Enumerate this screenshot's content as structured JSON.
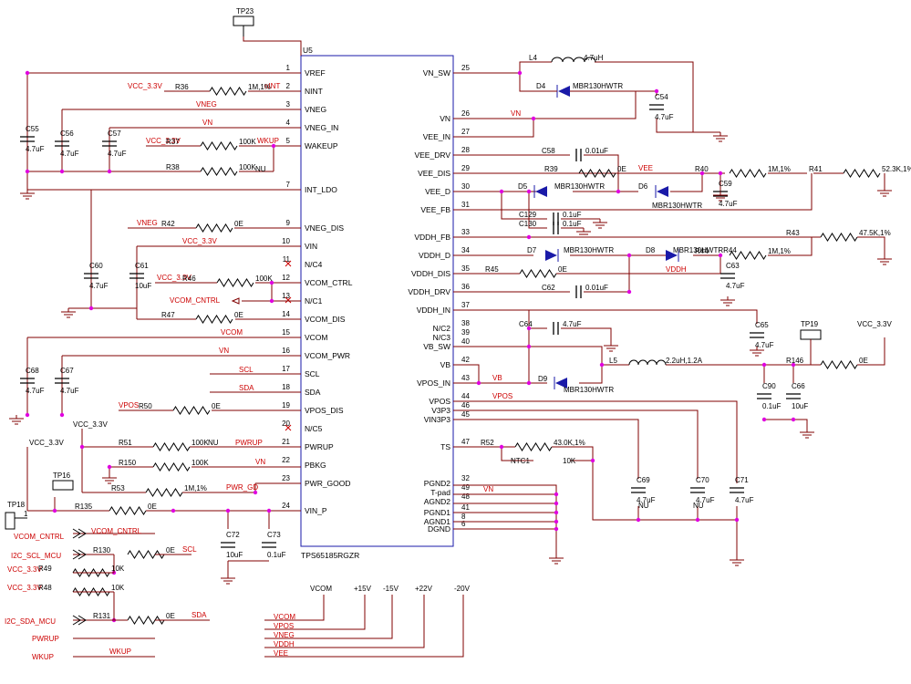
{
  "chip": {
    "ref": "U5",
    "part": "TPS65185RGZR"
  },
  "left_pins": [
    {
      "n": "1",
      "name": "VREF"
    },
    {
      "n": "2",
      "name": "NINT"
    },
    {
      "n": "3",
      "name": "VNEG"
    },
    {
      "n": "4",
      "name": "VNEG_IN"
    },
    {
      "n": "5",
      "name": "WAKEUP"
    },
    {
      "n": "7",
      "name": "INT_LDO"
    },
    {
      "n": "9",
      "name": "VNEG_DIS"
    },
    {
      "n": "10",
      "name": "VIN"
    },
    {
      "n": "11",
      "name": "N/C4"
    },
    {
      "n": "12",
      "name": "VCOM_CTRL"
    },
    {
      "n": "13",
      "name": "N/C1"
    },
    {
      "n": "14",
      "name": "VCOM_DIS"
    },
    {
      "n": "15",
      "name": "VCOM"
    },
    {
      "n": "16",
      "name": "VCOM_PWR"
    },
    {
      "n": "17",
      "name": "SCL"
    },
    {
      "n": "18",
      "name": "SDA"
    },
    {
      "n": "19",
      "name": "VPOS_DIS"
    },
    {
      "n": "20",
      "name": "N/C5"
    },
    {
      "n": "21",
      "name": "PWRUP"
    },
    {
      "n": "22",
      "name": "PBKG"
    },
    {
      "n": "23",
      "name": "PWR_GOOD"
    },
    {
      "n": "24",
      "name": "VIN_P"
    }
  ],
  "right_pins": [
    {
      "n": "25",
      "name": "VN_SW"
    },
    {
      "n": "26",
      "name": "VN"
    },
    {
      "n": "27",
      "name": "VEE_IN"
    },
    {
      "n": "28",
      "name": "VEE_DRV"
    },
    {
      "n": "29",
      "name": "VEE_DIS"
    },
    {
      "n": "30",
      "name": "VEE_D"
    },
    {
      "n": "31",
      "name": "VEE_FB"
    },
    {
      "n": "33",
      "name": "VDDH_FB"
    },
    {
      "n": "34",
      "name": "VDDH_D"
    },
    {
      "n": "35",
      "name": "VDDH_DIS"
    },
    {
      "n": "36",
      "name": "VDDH_DRV"
    },
    {
      "n": "37",
      "name": "VDDH_IN"
    },
    {
      "n": "38",
      "name": "N/C2"
    },
    {
      "n": "39",
      "name": "N/C3"
    },
    {
      "n": "40",
      "name": "VB_SW"
    },
    {
      "n": "42",
      "name": "VB"
    },
    {
      "n": "43",
      "name": "VPOS_IN"
    },
    {
      "n": "44",
      "name": "VPOS"
    },
    {
      "n": "46",
      "name": "V3P3"
    },
    {
      "n": "45",
      "name": "VIN3P3"
    },
    {
      "n": "47",
      "name": "TS"
    },
    {
      "n": "32",
      "name": "PGND2"
    },
    {
      "n": "49",
      "name": "T-pad"
    },
    {
      "n": "48",
      "name": "AGND2"
    },
    {
      "n": "41",
      "name": "PGND1"
    },
    {
      "n": "8",
      "name": "AGND1"
    },
    {
      "n": "6",
      "name": "DGND"
    }
  ],
  "resistors": [
    {
      "ref": "R36",
      "val": "1M,1%"
    },
    {
      "ref": "R37",
      "val": "100K"
    },
    {
      "ref": "R38",
      "val": "100K"
    },
    {
      "ref": "R42",
      "val": "0E"
    },
    {
      "ref": "R46",
      "val": "100K"
    },
    {
      "ref": "R47",
      "val": "0E"
    },
    {
      "ref": "R50",
      "val": "0E"
    },
    {
      "ref": "R51",
      "val": "100K"
    },
    {
      "ref": "R150",
      "val": "100K"
    },
    {
      "ref": "R53",
      "val": "1M,1%"
    },
    {
      "ref": "R135",
      "val": "0E"
    },
    {
      "ref": "R130",
      "val": "0E"
    },
    {
      "ref": "R49",
      "val": "10K"
    },
    {
      "ref": "R48",
      "val": "10K"
    },
    {
      "ref": "R131",
      "val": "0E"
    },
    {
      "ref": "R39",
      "val": "0E"
    },
    {
      "ref": "R40",
      "val": "1M,1%"
    },
    {
      "ref": "R41",
      "val": "52.3K,1%"
    },
    {
      "ref": "R43",
      "val": "47.5K,1%"
    },
    {
      "ref": "R44",
      "val": "1M,1%"
    },
    {
      "ref": "R45",
      "val": "0E"
    },
    {
      "ref": "R146",
      "val": "0E"
    },
    {
      "ref": "R52",
      "val": "43.0K,1%"
    }
  ],
  "capacitors": [
    {
      "ref": "C55",
      "val": "4.7uF"
    },
    {
      "ref": "C56",
      "val": "4.7uF"
    },
    {
      "ref": "C57",
      "val": "4.7uF"
    },
    {
      "ref": "C60",
      "val": "4.7uF"
    },
    {
      "ref": "C61",
      "val": "10uF"
    },
    {
      "ref": "C68",
      "val": "4.7uF"
    },
    {
      "ref": "C67",
      "val": "4.7uF"
    },
    {
      "ref": "C72",
      "val": "10uF"
    },
    {
      "ref": "C73",
      "val": "0.1uF"
    },
    {
      "ref": "C54",
      "val": "4.7uF"
    },
    {
      "ref": "C58",
      "val": "0.01uF"
    },
    {
      "ref": "C59",
      "val": "4.7uF"
    },
    {
      "ref": "C129",
      "val": "0.1uF"
    },
    {
      "ref": "C130",
      "val": "0.1uF"
    },
    {
      "ref": "C62",
      "val": "0.01uF"
    },
    {
      "ref": "C63",
      "val": "4.7uF"
    },
    {
      "ref": "C65",
      "val": "4.7uF"
    },
    {
      "ref": "C64",
      "val": "4.7uF"
    },
    {
      "ref": "C90",
      "val": "0.1uF"
    },
    {
      "ref": "C66",
      "val": "10uF"
    },
    {
      "ref": "C69",
      "val": "4.7uF"
    },
    {
      "ref": "C70",
      "val": "4.7uF"
    },
    {
      "ref": "C71",
      "val": "4.7uF"
    }
  ],
  "nu": "NU",
  "diodes": {
    "d4": "D4",
    "d5": "D5",
    "d6": "D6",
    "d7": "D7",
    "d8": "D8",
    "d9": "D9",
    "part": "MBR130HWTR",
    "part_r": "MBR130HWTRR44"
  },
  "inductors": {
    "l4": "L4",
    "l4v": "4.7uH",
    "l5": "L5",
    "l5v": "2.2uH,1.2A"
  },
  "ntc": {
    "ref": "NTC1",
    "val": "10K"
  },
  "testpoints": {
    "tp23": "TP23",
    "tp16": "TP16",
    "tp18": "TP18",
    "tp19": "TP19",
    "tp18pin": "1"
  },
  "nets": {
    "vcc": "VCC_3.3V",
    "nint": "nINT",
    "vneg": "VNEG",
    "vn": "VN",
    "wkup": "WKUP",
    "vcom": "VCOM",
    "vcom_cntrl": "VCOM_CNTRL",
    "vcom_cntrl2": "VCOM_CNTRL",
    "scl": "SCL",
    "sda": "SDA",
    "vpos": "VPOS",
    "pwrup": "PWRUP",
    "pwr_gd": "PWR_GD",
    "vee": "VEE",
    "vddh": "VDDH",
    "vb": "VB",
    "i2c_scl": "I2C_SCL_MCU",
    "i2c_sda": "I2C_SDA_MCU",
    "vddh_lbl": "VDDH",
    "vee_lbl": "VEE"
  },
  "rails": {
    "vcom": "VCOM",
    "p15": "+15V",
    "m15": "-15V",
    "p22": "+22V",
    "m20": "-20V"
  }
}
